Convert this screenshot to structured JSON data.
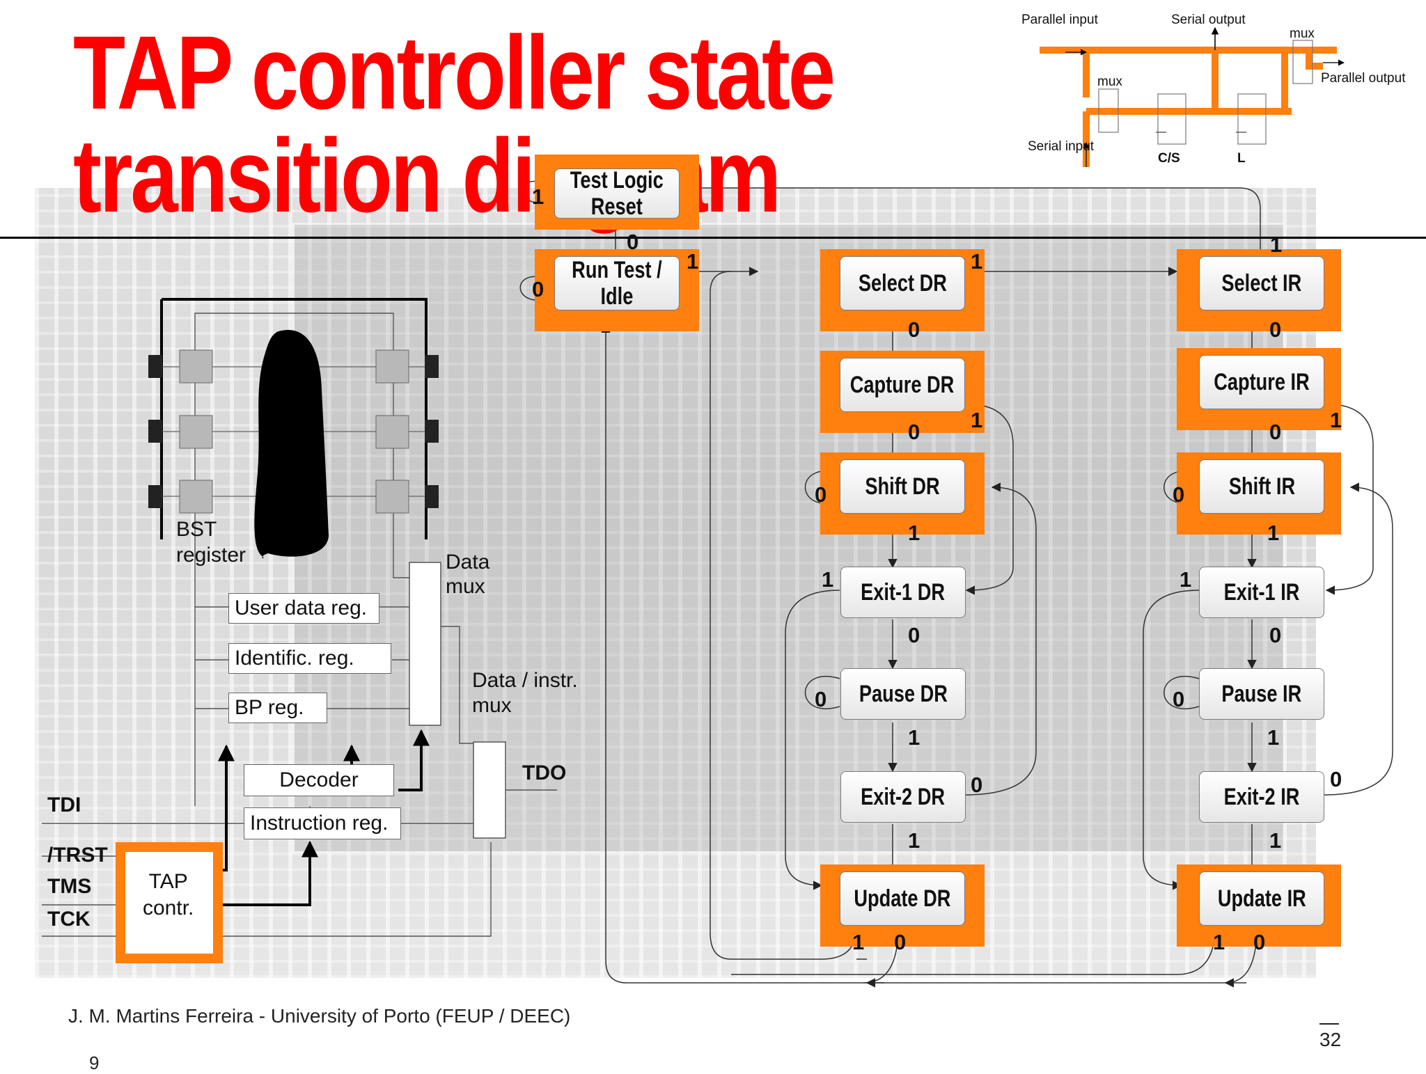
{
  "title": "TAP controller state\ntransition diagram",
  "states": {
    "tlr": "Test Logic\nReset",
    "rti": "Run Test /\nIdle",
    "sel_dr": "Select DR",
    "sel_ir": "Select IR",
    "cap_dr": "Capture DR",
    "cap_ir": "Capture IR",
    "shift_dr": "Shift DR",
    "shift_ir": "Shift IR",
    "exit1_dr": "Exit-1 DR",
    "exit1_ir": "Exit-1 IR",
    "pause_dr": "Pause DR",
    "pause_ir": "Pause IR",
    "exit2_dr": "Exit-2 DR",
    "exit2_ir": "Exit-2 IR",
    "upd_dr": "Update DR",
    "upd_ir": "Update IR"
  },
  "bits": {
    "one": "1",
    "zero": "0"
  },
  "inset": {
    "parallel_input": "Parallel input",
    "serial_output": "Serial output",
    "mux_top": "mux",
    "mux_left": "mux",
    "parallel_output": "Parallel output",
    "serial_input": "Serial input",
    "cs": "C/S",
    "l": "L"
  },
  "arch": {
    "bst": "BST\nregister",
    "data_mux": "Data\nmux",
    "user_data": "User data reg.",
    "identific": "Identific. reg.",
    "bp": "BP reg.",
    "data_instr_mux": "Data / instr.\nmux",
    "decoder": "Decoder",
    "instruction": "Instruction reg.",
    "tap": "TAP\ncontr.",
    "tdi": "TDI",
    "trst": "/TRST",
    "tms": "TMS",
    "tck": "TCK",
    "tdo": "TDO"
  },
  "footer": {
    "author": "J. M. Martins Ferreira - University of Porto (FEUP / DEEC)",
    "page": "32",
    "slide": "9"
  }
}
